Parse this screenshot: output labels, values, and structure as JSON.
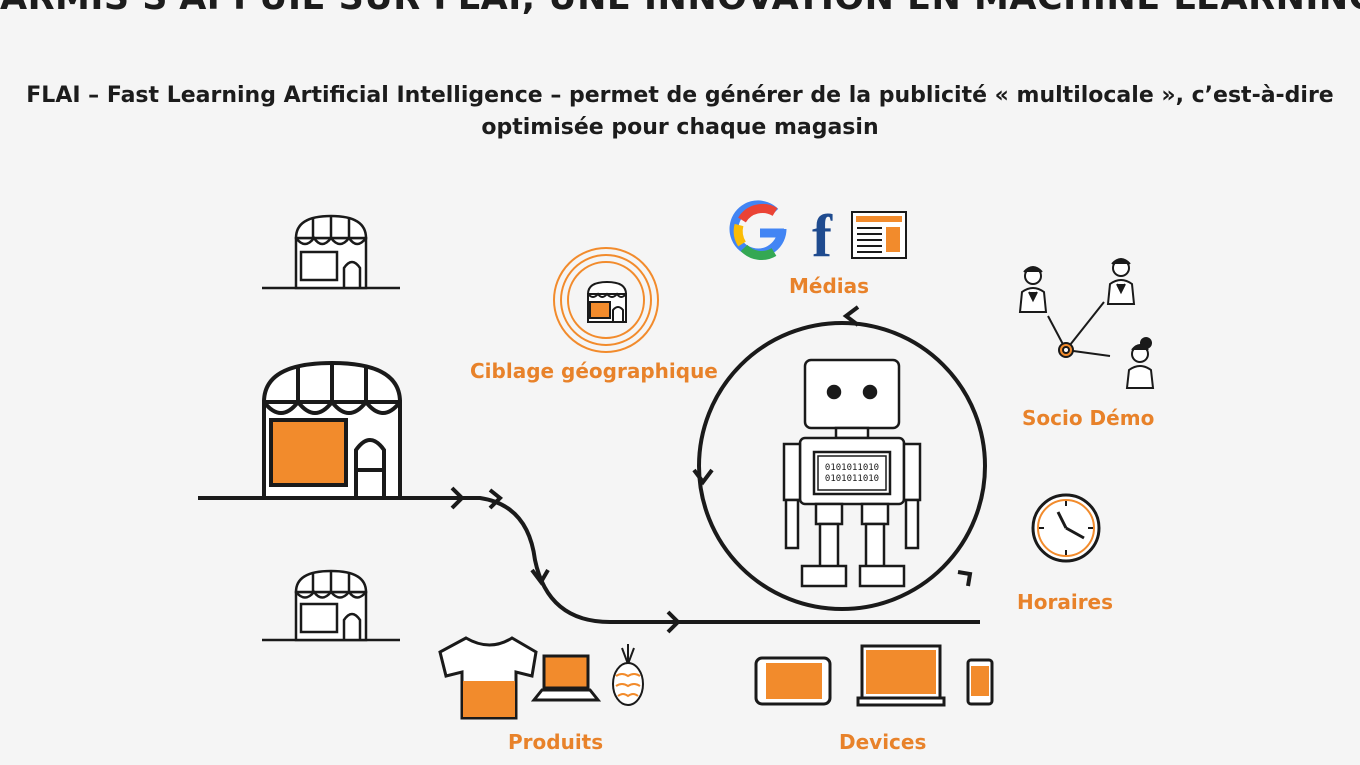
{
  "title": "ARMIS S'APPUIE SUR FLAI, UNE INNOVATION EN MACHINE LEARNING",
  "subtitle": "FLAI – Fast Learning Artificial Intelligence – permet de générer de la publicité « multilocale », c’est-à-dire optimisée pour chaque magasin",
  "labels": {
    "ciblage": "Ciblage géographique",
    "medias": "Médias",
    "socio": "Socio Démo",
    "horaires": "Horaires",
    "produits": "Produits",
    "devices": "Devices"
  },
  "icons": {
    "google": "G",
    "facebook": "f",
    "robot_screen": "0101011010"
  },
  "colors": {
    "accent": "#f28b2c",
    "line": "#1a1a1a",
    "label": "#e8822a",
    "background": "#f5f5f5"
  }
}
